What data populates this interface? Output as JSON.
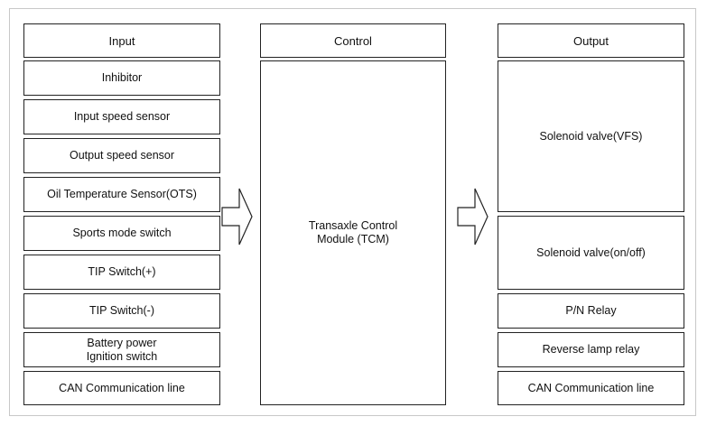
{
  "headers": {
    "input": "Input",
    "control": "Control",
    "output": "Output"
  },
  "inputs": [
    "Inhibitor",
    "Input speed sensor",
    "Output speed sensor",
    "Oil Temperature Sensor(OTS)",
    "Sports mode switch",
    "TIP Switch(+)",
    "TIP Switch(-)",
    "Battery power\nIgnition switch",
    "CAN Communication line"
  ],
  "control": {
    "module": "Transaxle Control\nModule (TCM)"
  },
  "outputs": [
    "Solenoid valve(VFS)",
    "Solenoid valve(on/off)",
    "P/N Relay",
    "Reverse lamp relay",
    "CAN Communication line"
  ]
}
